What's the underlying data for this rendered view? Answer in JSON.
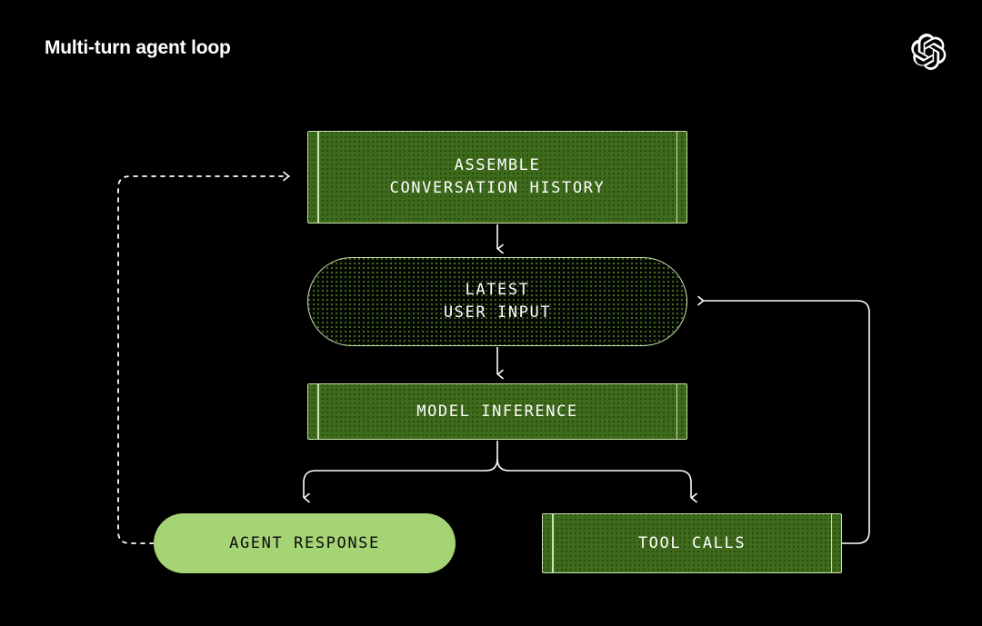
{
  "header": {
    "title": "Multi-turn agent loop",
    "logo_name": "openai-logo"
  },
  "colors": {
    "background": "#000000",
    "process_fill": "#3d6b1b",
    "node_border": "#c9e3b0",
    "agent_response_fill": "#a5d475",
    "connector": "#ffffff",
    "title_text": "#ffffff"
  },
  "diagram": {
    "type": "flowchart",
    "nodes": [
      {
        "id": "assemble",
        "label": "ASSEMBLE\nCONVERSATION HISTORY",
        "shape": "rect-railed",
        "style": "process"
      },
      {
        "id": "latest_input",
        "label": "LATEST\nUSER INPUT",
        "shape": "pill",
        "style": "outline"
      },
      {
        "id": "model_inference",
        "label": "MODEL INFERENCE",
        "shape": "rect-railed",
        "style": "process"
      },
      {
        "id": "agent_response",
        "label": "AGENT RESPONSE",
        "shape": "pill",
        "style": "solid-light"
      },
      {
        "id": "tool_calls",
        "label": "TOOL CALLS",
        "shape": "rect-railed",
        "style": "process"
      }
    ],
    "edges": [
      {
        "from": "assemble",
        "to": "latest_input",
        "style": "solid",
        "arrow": "down"
      },
      {
        "from": "latest_input",
        "to": "model_inference",
        "style": "solid",
        "arrow": "down"
      },
      {
        "from": "model_inference",
        "to": "agent_response",
        "style": "solid",
        "arrow": "down"
      },
      {
        "from": "model_inference",
        "to": "tool_calls",
        "style": "solid",
        "arrow": "down"
      },
      {
        "from": "tool_calls",
        "to": "latest_input",
        "style": "solid",
        "arrow": "left"
      },
      {
        "from": "agent_response",
        "to": "assemble",
        "style": "dashed",
        "arrow": "right"
      }
    ]
  }
}
